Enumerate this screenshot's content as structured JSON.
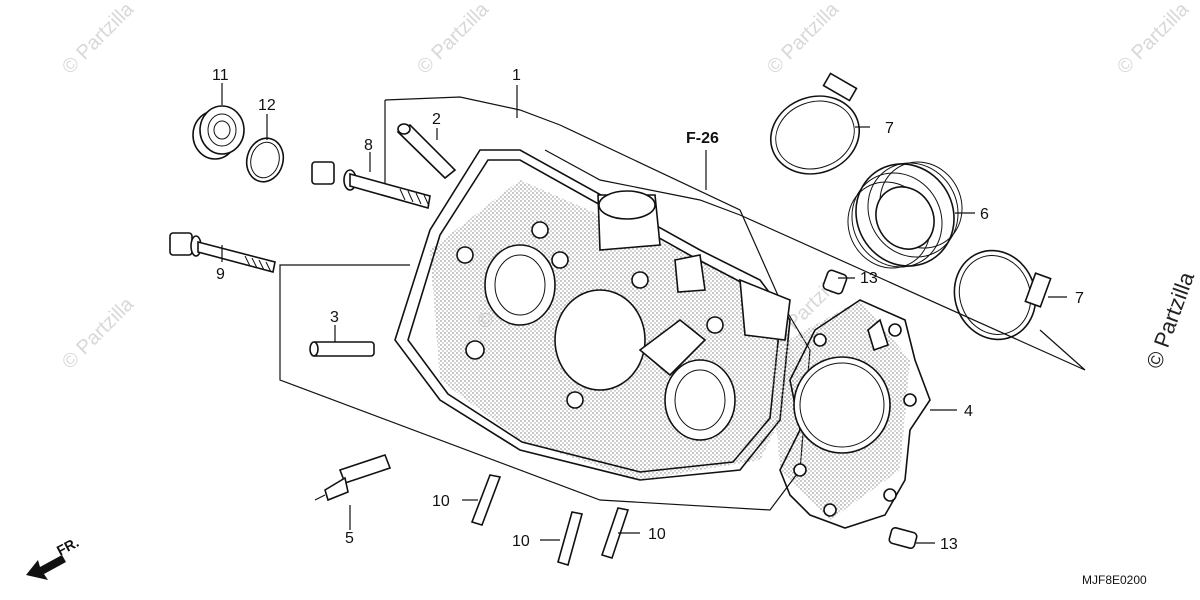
{
  "watermark": "© Partzilla",
  "diagram_code": "MJF8E0200",
  "front_label": "FR.",
  "reference": "F-26",
  "callouts": {
    "c1": "1",
    "c2": "2",
    "c3": "3",
    "c4": "4",
    "c5": "5",
    "c6": "6",
    "c7a": "7",
    "c7b": "7",
    "c8": "8",
    "c9": "9",
    "c10a": "10",
    "c10b": "10",
    "c10c": "10",
    "c11": "11",
    "c12": "12",
    "c13a": "13",
    "c13b": "13"
  }
}
